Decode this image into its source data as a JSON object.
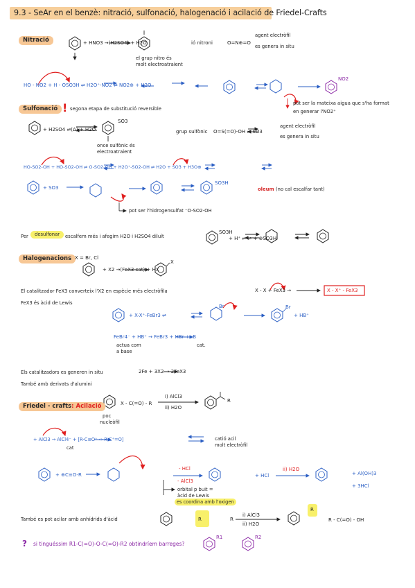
{
  "title": "9.3 - SeAr en el benzè: nitració, sulfonació, halogenació i acilació de Friedel-Crafts",
  "sections": {
    "nitracio": {
      "label": "Nitració",
      "reaction": "+ HNO3 →(H2SO4) + H2O",
      "ion": "ió nitroni",
      "ion_formula": "O=N⊕=O",
      "ion_note_1": "agent electròfil",
      "ion_note_2": "es genera in situ",
      "group_note_1": "el grup nitro és",
      "group_note_2": "molt electroatraient",
      "gen": "HO - NO2 + H - OSO3H ⇌ H2O⁺-NO2 ⇌ NO2⊕ + H2O",
      "note_1": "pot ser la mateixa aigua que s'ha format",
      "note_2": "en generar l'NO2⁺",
      "product_label": "NO2"
    },
    "sulfonacio": {
      "label": "Sulfonació",
      "warning_mark": "!",
      "warning": "segona etapa de substitució reversible",
      "reaction": "+ H2SO4 ⇌(Δ) + H2O",
      "product_group": "SO3",
      "group_name": "grup sulfònic",
      "so3_formula": "O=S(=O)-OH ⇌ SO3",
      "so3_note_1": "agent electròfil",
      "so3_note_2": "es genera in situ",
      "acid_note_1": "once sulfònic és",
      "acid_note_2": "electroatraient",
      "gen": "HO-SO2-OH + HO-SO2-OH ⇌ O-SO2-OH + H2O⁺-SO2-OH ⇌ H2O + SO3 + H3O⊕",
      "oleum": "oleum",
      "oleum_note": "(no cal escalfar tant)",
      "mech": "+ SO3",
      "mech_note": "pot ser l'hidrogensulfat ⁻O-SO2-OH",
      "desulfonar_pre": "Per",
      "desulfonar": "desulfonar",
      "desulfonar_post": "escalfem més i afegim H2O i H2SO4 diluït",
      "desulf_products": "+ H⁺ ⇌ ⇌ + ⊕SO3H",
      "so3h": "SO3H"
    },
    "halogenacions": {
      "label": "Halogenacions",
      "x_def": "X = Br, Cl",
      "reaction": "+ X2 →(FeX3 cat) + HX",
      "x_label": "X",
      "note_1": "El catalitzador FeX3 converteix l'X2 en espècie més electròfila",
      "note_2": "FeX3 és àcid de Lewis",
      "boxed": "X - X⁺ - FeX3",
      "pre_box": "X - X + FeX3 →",
      "mech": "+ X-X⁺-FeBr3 ⇌",
      "mech_products": "+ HB⁺",
      "br_label": "Br",
      "regen": "FeBr4⁻ + HB⁺ → FeBr3 + HBr + :B",
      "regen_note_1": "actua com",
      "regen_note_2": "a base",
      "regen_cat": "cat.",
      "gen_note": "Els catalitzadors es generen in situ",
      "gen_eq": "2Fe + 3X2 → 2FeX3",
      "also": "També amb derivats d'alumini"
    },
    "friedel": {
      "label": "Friedel - crafts",
      "sublabel": ": Acilació",
      "reaction_1": "i) AlCl3",
      "reaction_2": "ii) H2O",
      "reagent": "X - C(=O) - R",
      "poc": "poc",
      "nucleofil": "nucleòfil",
      "r_label": "R",
      "lewis": "+ AlCl3 → AlCl4⁻ + [R-C≡O⁺ ↔ R-C⁺=O]",
      "lewis_note": "cat",
      "acylium_1": "catió acil",
      "acylium_2": "molt electròfil",
      "mech": "+ ⊕C≡O-R",
      "minus_hcl": "- HCl",
      "minus_alcl3": "- AlCl3",
      "hcl": "+ HCl",
      "h2o": "ii) H2O",
      "product_extra": "+ Al(OH)3",
      "product_extra2": "+ 3HCl",
      "complex_note_1": "orbital p buit =",
      "complex_note_2": "àcid de Lewis",
      "complex_note_3": "es coordina amb l'oxigen",
      "anhydride_note": "També es pot acilar amb anhídrids d'àcid",
      "anhydride_r1": "R",
      "anhydride_r2": "R",
      "anhydride_byproduct": "R - C(=O) - OH",
      "question_mark": "?",
      "question": "si tinguéssim R1-C(=O)-O-C(=O)-R2 obtindríem barreges?",
      "q_r1": "R1",
      "q_r2": "R2"
    }
  }
}
